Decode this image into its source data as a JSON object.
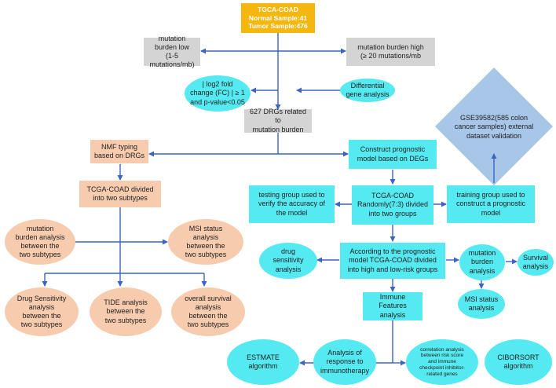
{
  "colors": {
    "source": "#f5b60d",
    "gray_box": "#d4d4d4",
    "cyan_box": "#55eaf1",
    "peach_box": "#f7ccae",
    "diamond": "#a7c6e8",
    "connector": "#3b64c4"
  },
  "nodes": {
    "tcga_coad": "TGCA-COAD\nNormal Sample:41\nTumor Sample:476",
    "burden_low": "mutation burden low\n(1-5 mutations/mb)",
    "burden_high": "mutation burden high\n(≥ 20 mutations/mb",
    "log2_criteria": "| log2 fold\nchange (FC) | ≥ 1\nand p-value<0.05",
    "diff_gene": "Differential\ngene analysis",
    "drgs": "627 DRGs related to\nmutation burden",
    "geo_validation": "GSE39582(585 colon\ncancer samples) external\ndataset validation",
    "nmf": "NMF typing\nbased on DRGs",
    "construct_model": "Construct  prognostic\nmodel based on DEGs",
    "two_subtypes": "TCGA-COAD divided\ninto two subtypes",
    "testing_group": "testing group used to\nverify the accuracy of\nthe model",
    "random_split": "TCGA-COAD\nRandomly(7:3) divided\ninto two groups",
    "training_group": "training group used to\nconstruct a prognostic\nmodel",
    "mut_burden_subtypes": "mutation\nburden analysis\nbetween the\ntwo subtypes",
    "msi_subtypes": "MSI status\nanalysis\nbetween the\ntwo subtypes",
    "drug_sensitivity": "drug\nsensitivity\nanalysis",
    "risk_groups": "According to the prognostic\nmodel TCGA-COAD divided\ninto high and low-risk groups",
    "mut_burden_analysis": "mutation\nburden\nanalysis",
    "survival_analysis": "Survival\nanalysis",
    "msi_analysis": "MSI status\nanalysis",
    "drug_subtypes": "Drug Sensitivity\nanalysis\nbetween the\ntwo subtypes",
    "tide_subtypes": "TIDE analysis\nbetween the\ntwo subtypes",
    "os_subtypes": "overall survival\nanalysis\nbetween the\ntwo subtypes",
    "immune_features": "Immune Features\nanalysis",
    "estimate": "ESTMATE\nalgorithm",
    "immunotherapy": "Analysis of\nresponse to\nimmunotherapy",
    "correlation": "correlation analysis\nbetween risk score\nand immune\ncheckpoint inhibitor-\nrelated genes",
    "cibersort": "CIBORSORT\nalgorithm"
  }
}
